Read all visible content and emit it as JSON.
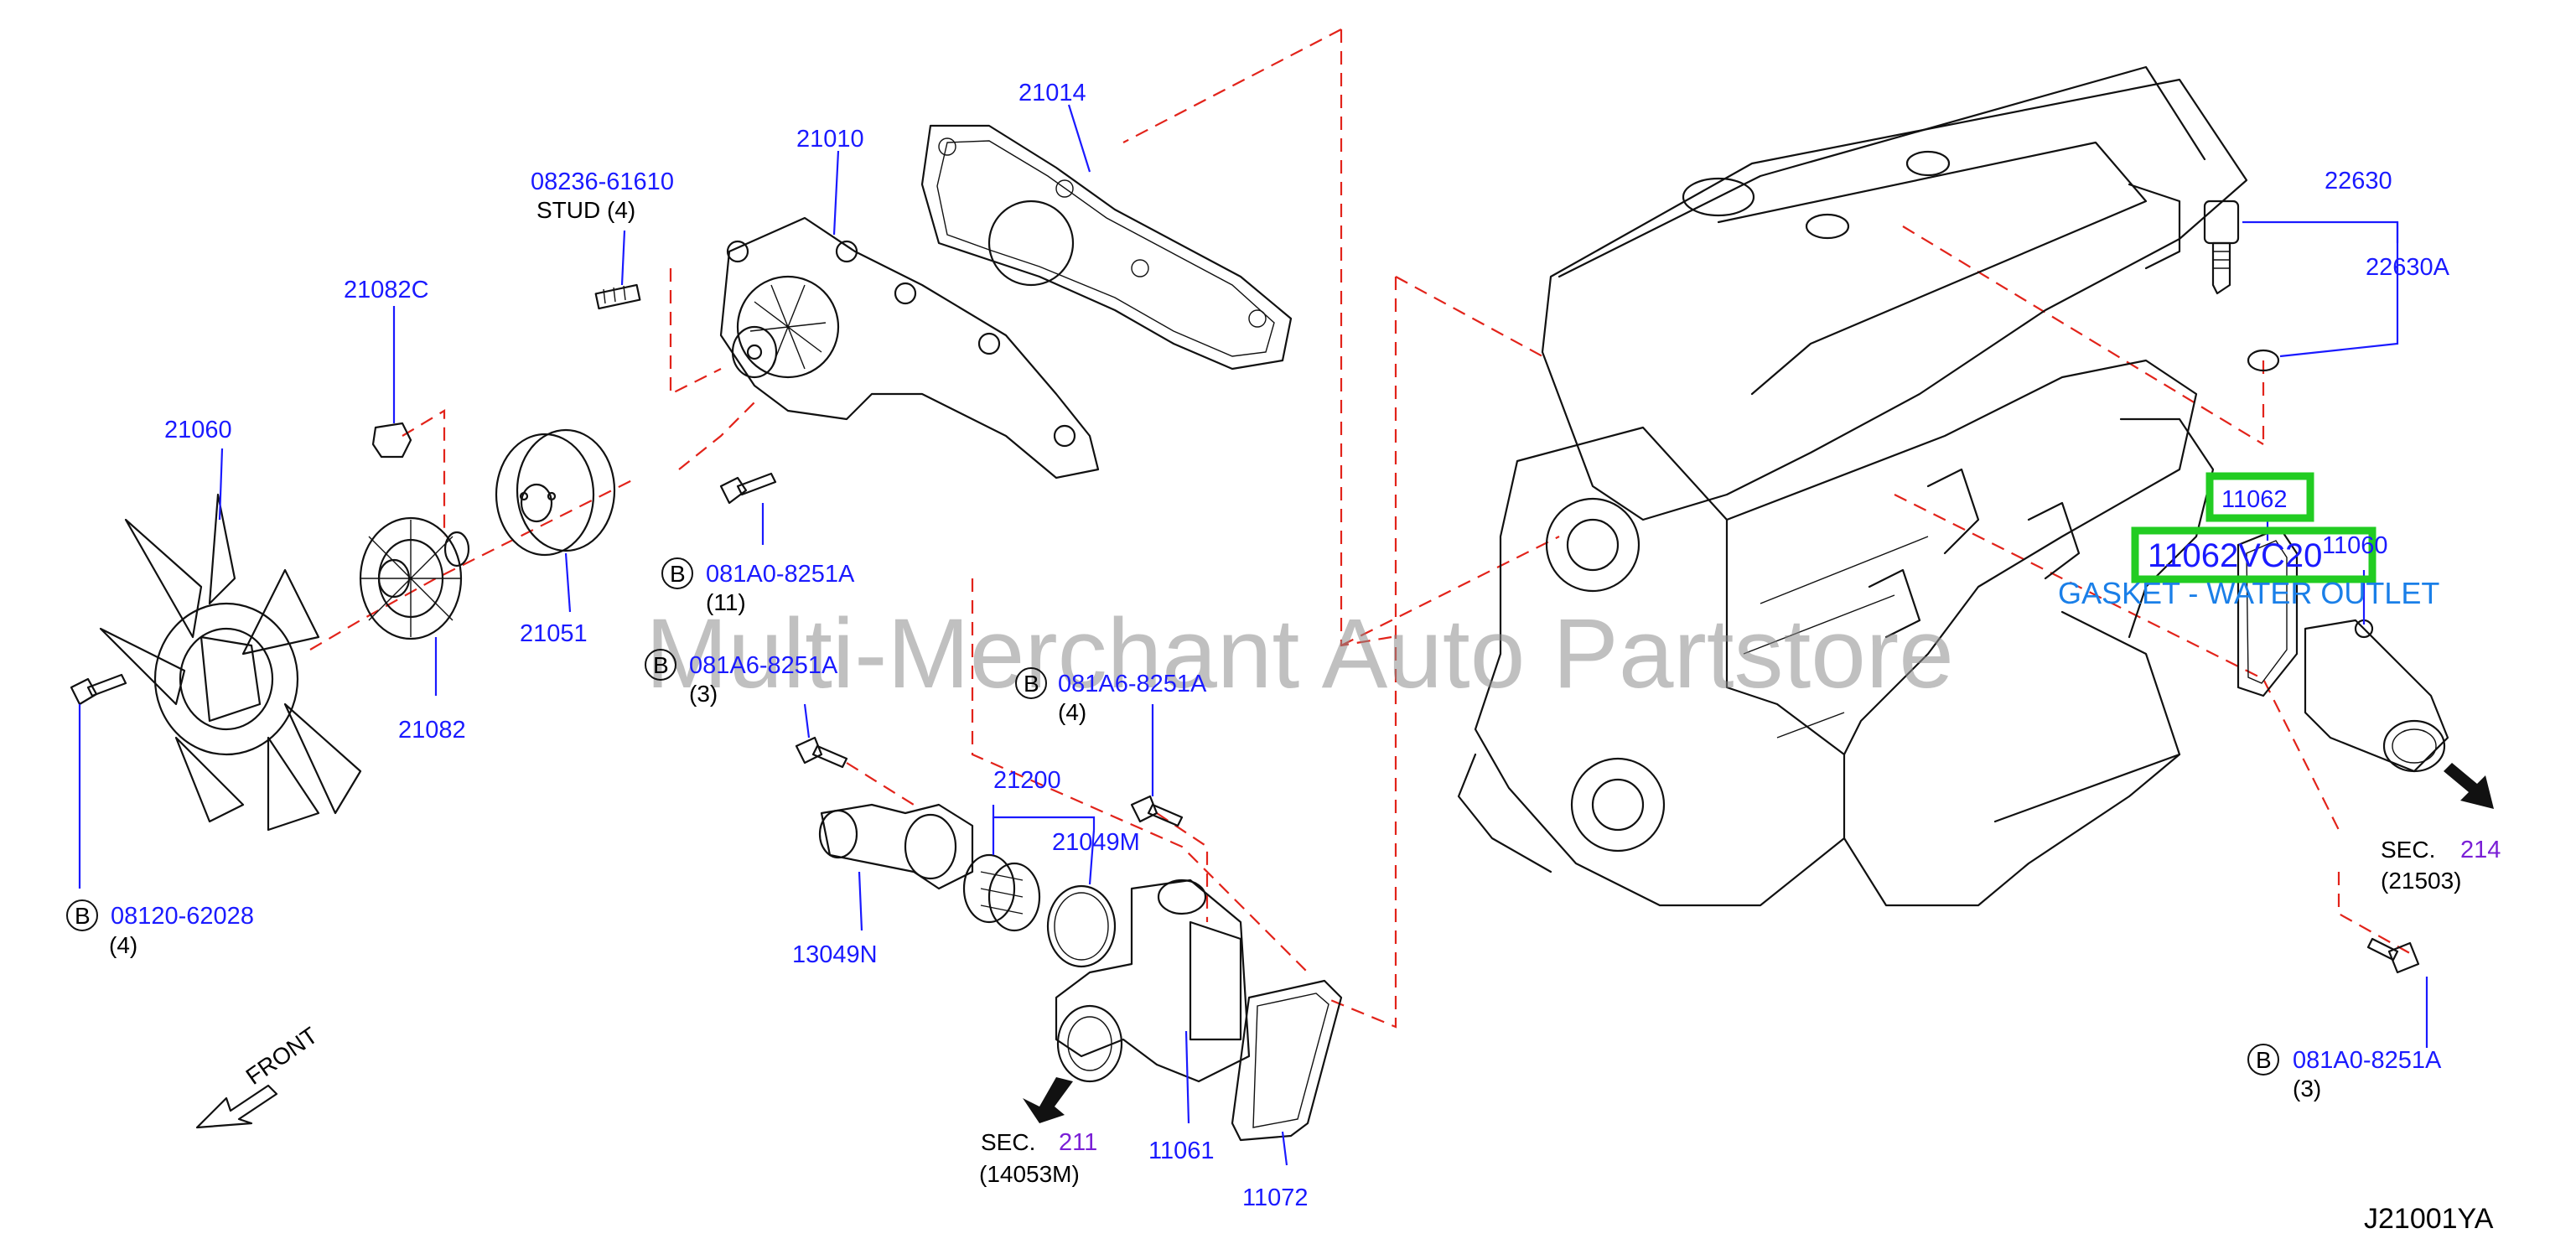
{
  "diagram": {
    "code": "J21001YA",
    "watermark": "Multi-Merchant Auto Partstore",
    "front_label": "FRONT",
    "bolt_badge": "B",
    "labels": {
      "p21014": "21014",
      "p21010": "21010",
      "stud_part": "08236-61610",
      "stud_desc": "STUD  (4)",
      "p21082c": "21082C",
      "p21060a": "21060",
      "p21051": "21051",
      "p21082": "21082",
      "bolt_a_part": "081A0-8251A",
      "bolt_a_qty": "(11)",
      "bolt_b_part": "081A6-8251A",
      "bolt_b_qty": "(3)",
      "bolt_c_part": "081A6-8251A",
      "bolt_c_qty": "(4)",
      "bolt_d_part": "08120-62028",
      "bolt_d_qty": "(4)",
      "p21200": "21200",
      "p21049m": "21049M",
      "p13049n": "13049N",
      "p11061": "11061",
      "p11072": "11072",
      "sec211_prefix": "SEC.",
      "sec211_num": "211",
      "sec211_ref": "(14053M)",
      "p22630": "22630",
      "p22630a": "22630A",
      "p11062": "11062",
      "p11062vc20": "11062VC20",
      "p11060": "11060",
      "gasket_desc": "GASKET - WATER OUTLET",
      "sec214_prefix": "SEC.",
      "sec214_num": "214",
      "sec214_ref": "(21503)",
      "bolt_e_part": "081A0-8251A",
      "bolt_e_qty": "(3)"
    }
  }
}
